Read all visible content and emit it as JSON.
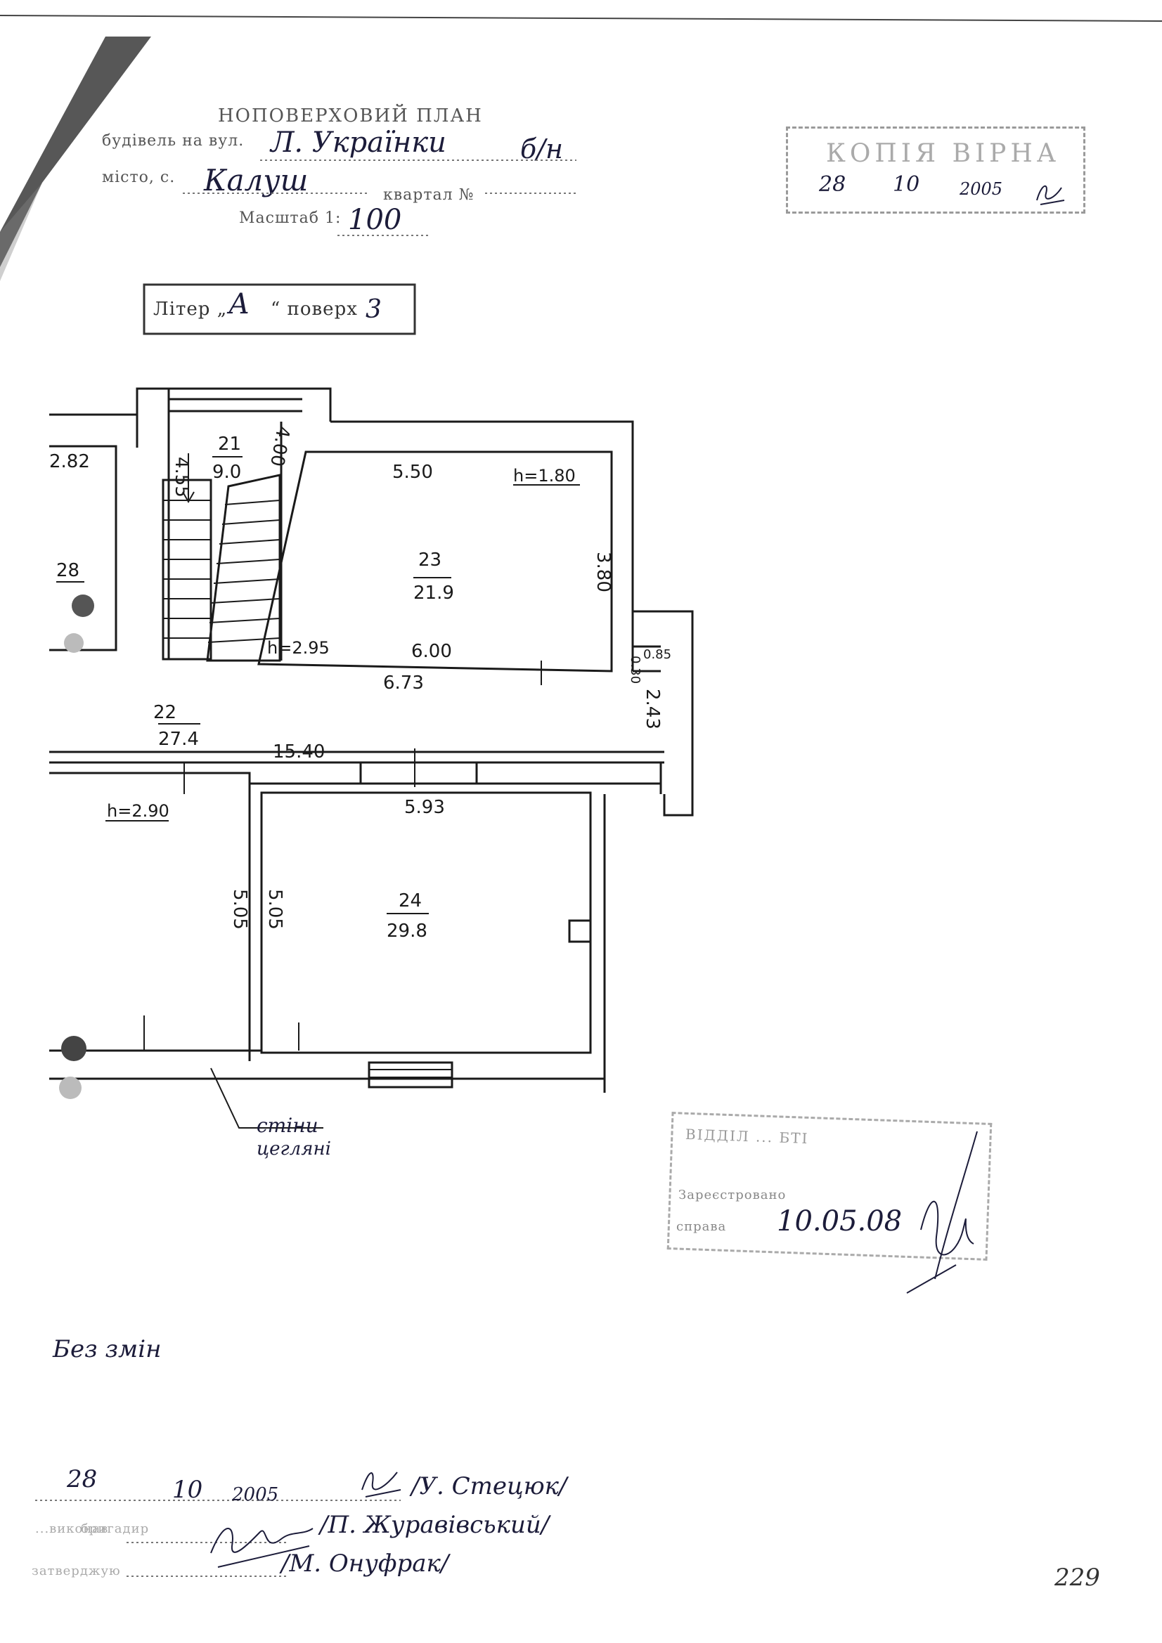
{
  "header": {
    "plan_title": "НОПОВЕРХОВИЙ ПЛАН",
    "building_label": "будівель на вул.",
    "street": "Л. Українки",
    "building_no": "б/н",
    "city_label": "місто, с.",
    "city": "Калуш",
    "quarter_label": "квартал №",
    "scale_label": "Масштаб 1:",
    "scale": "100"
  },
  "stamp_top": {
    "text": "КОПІЯ ВІРНА",
    "day": "28",
    "month": "10",
    "year": "2005"
  },
  "liter": {
    "label": "Літер „",
    "value": "А",
    "floor_label": "“ поверх",
    "floor": "3"
  },
  "rooms": [
    {
      "id": "21",
      "area": "9.0"
    },
    {
      "id": "22",
      "area": "27.4"
    },
    {
      "id": "23",
      "area": "21.9"
    },
    {
      "id": "24",
      "area": "29.8"
    },
    {
      "id": "28",
      "area": ""
    }
  ],
  "dimensions": {
    "d282": "2.82",
    "d455": "4.55",
    "d400": "4.00",
    "d550": "5.50",
    "h180": "h=1.80",
    "d380": "3.80",
    "h295": "h=2.95",
    "d600": "6.00",
    "d673": "6.73",
    "d085": "0.85",
    "d030": "0.30",
    "d243": "2.43",
    "d1540": "15.40",
    "d593": "5.93",
    "h290": "h=2.90",
    "d505a": "5.05",
    "d505b": "5.05"
  },
  "wall_note": {
    "line1": "стіни",
    "line2": "цегляні"
  },
  "stamp_bottom": {
    "line1": "ВІДДІЛ ... БТІ",
    "line2": "Зареєстровано",
    "line3": "справа",
    "date": "10.05.08"
  },
  "no_changes": "Без змін",
  "footer": {
    "day": "28",
    "month": "10",
    "year": "2005",
    "name1": "/У. Стецюк/",
    "name2": "/П. Журавівський/",
    "name3": "/М. Онуфрак/",
    "label1": "...виконав",
    "label2": "бригадир",
    "label3": "затверджую"
  },
  "page_number": "229"
}
